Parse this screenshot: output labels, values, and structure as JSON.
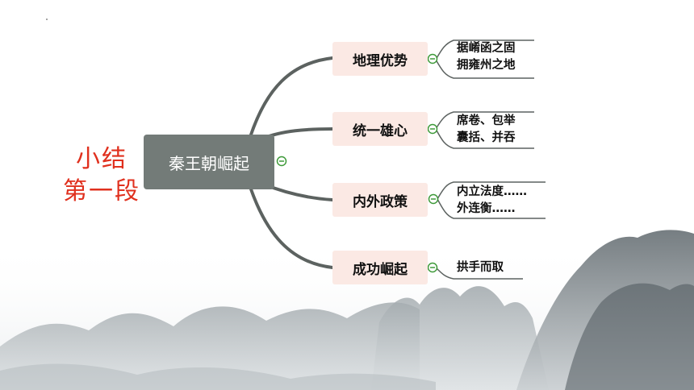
{
  "side_title": {
    "line1": "小结",
    "line2": "第一段"
  },
  "mindmap": {
    "root": "秦王朝崛起",
    "branches": [
      {
        "label": "地理优势",
        "details": [
          "据崤函之固",
          "拥雍州之地"
        ]
      },
      {
        "label": "统一雄心",
        "details": [
          "席卷、包举",
          "囊括、并吞"
        ]
      },
      {
        "label": "内外政策",
        "details": [
          "内立法度……",
          "外连衡……"
        ]
      },
      {
        "label": "成功崛起",
        "details": [
          "拱手而取"
        ]
      }
    ]
  },
  "colors": {
    "title_red": "#e0301e",
    "root_fill": "#737b78",
    "branch_fill": "#fbe9e4",
    "connector": "#5c6260",
    "collapse_icon": "#3f9a3a"
  },
  "icons": [
    "collapse-minus-icon",
    "ink-mountain-background"
  ]
}
